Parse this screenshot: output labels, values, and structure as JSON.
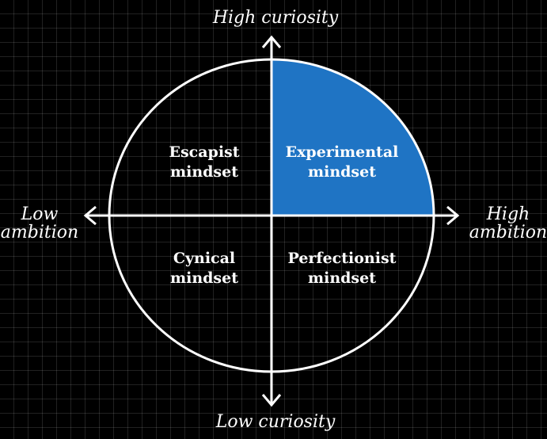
{
  "axes": {
    "top": "High curiosity",
    "bottom": "Low curiosity",
    "left": {
      "line1": "Low",
      "line2": "ambition"
    },
    "right": {
      "line1": "High",
      "line2": "ambition"
    }
  },
  "quadrants": {
    "top_left": {
      "line1": "Escapist",
      "line2": "mindset"
    },
    "top_right": {
      "line1": "Experimental",
      "line2": "mindset"
    },
    "bottom_left": {
      "line1": "Cynical",
      "line2": "mindset"
    },
    "bottom_right": {
      "line1": "Perfectionist",
      "line2": "mindset"
    }
  },
  "highlight": {
    "quadrant": "top_right",
    "color": "#1f74c4"
  },
  "colors": {
    "background": "#000000",
    "lines": "#ffffff",
    "text": "#ffffff"
  }
}
